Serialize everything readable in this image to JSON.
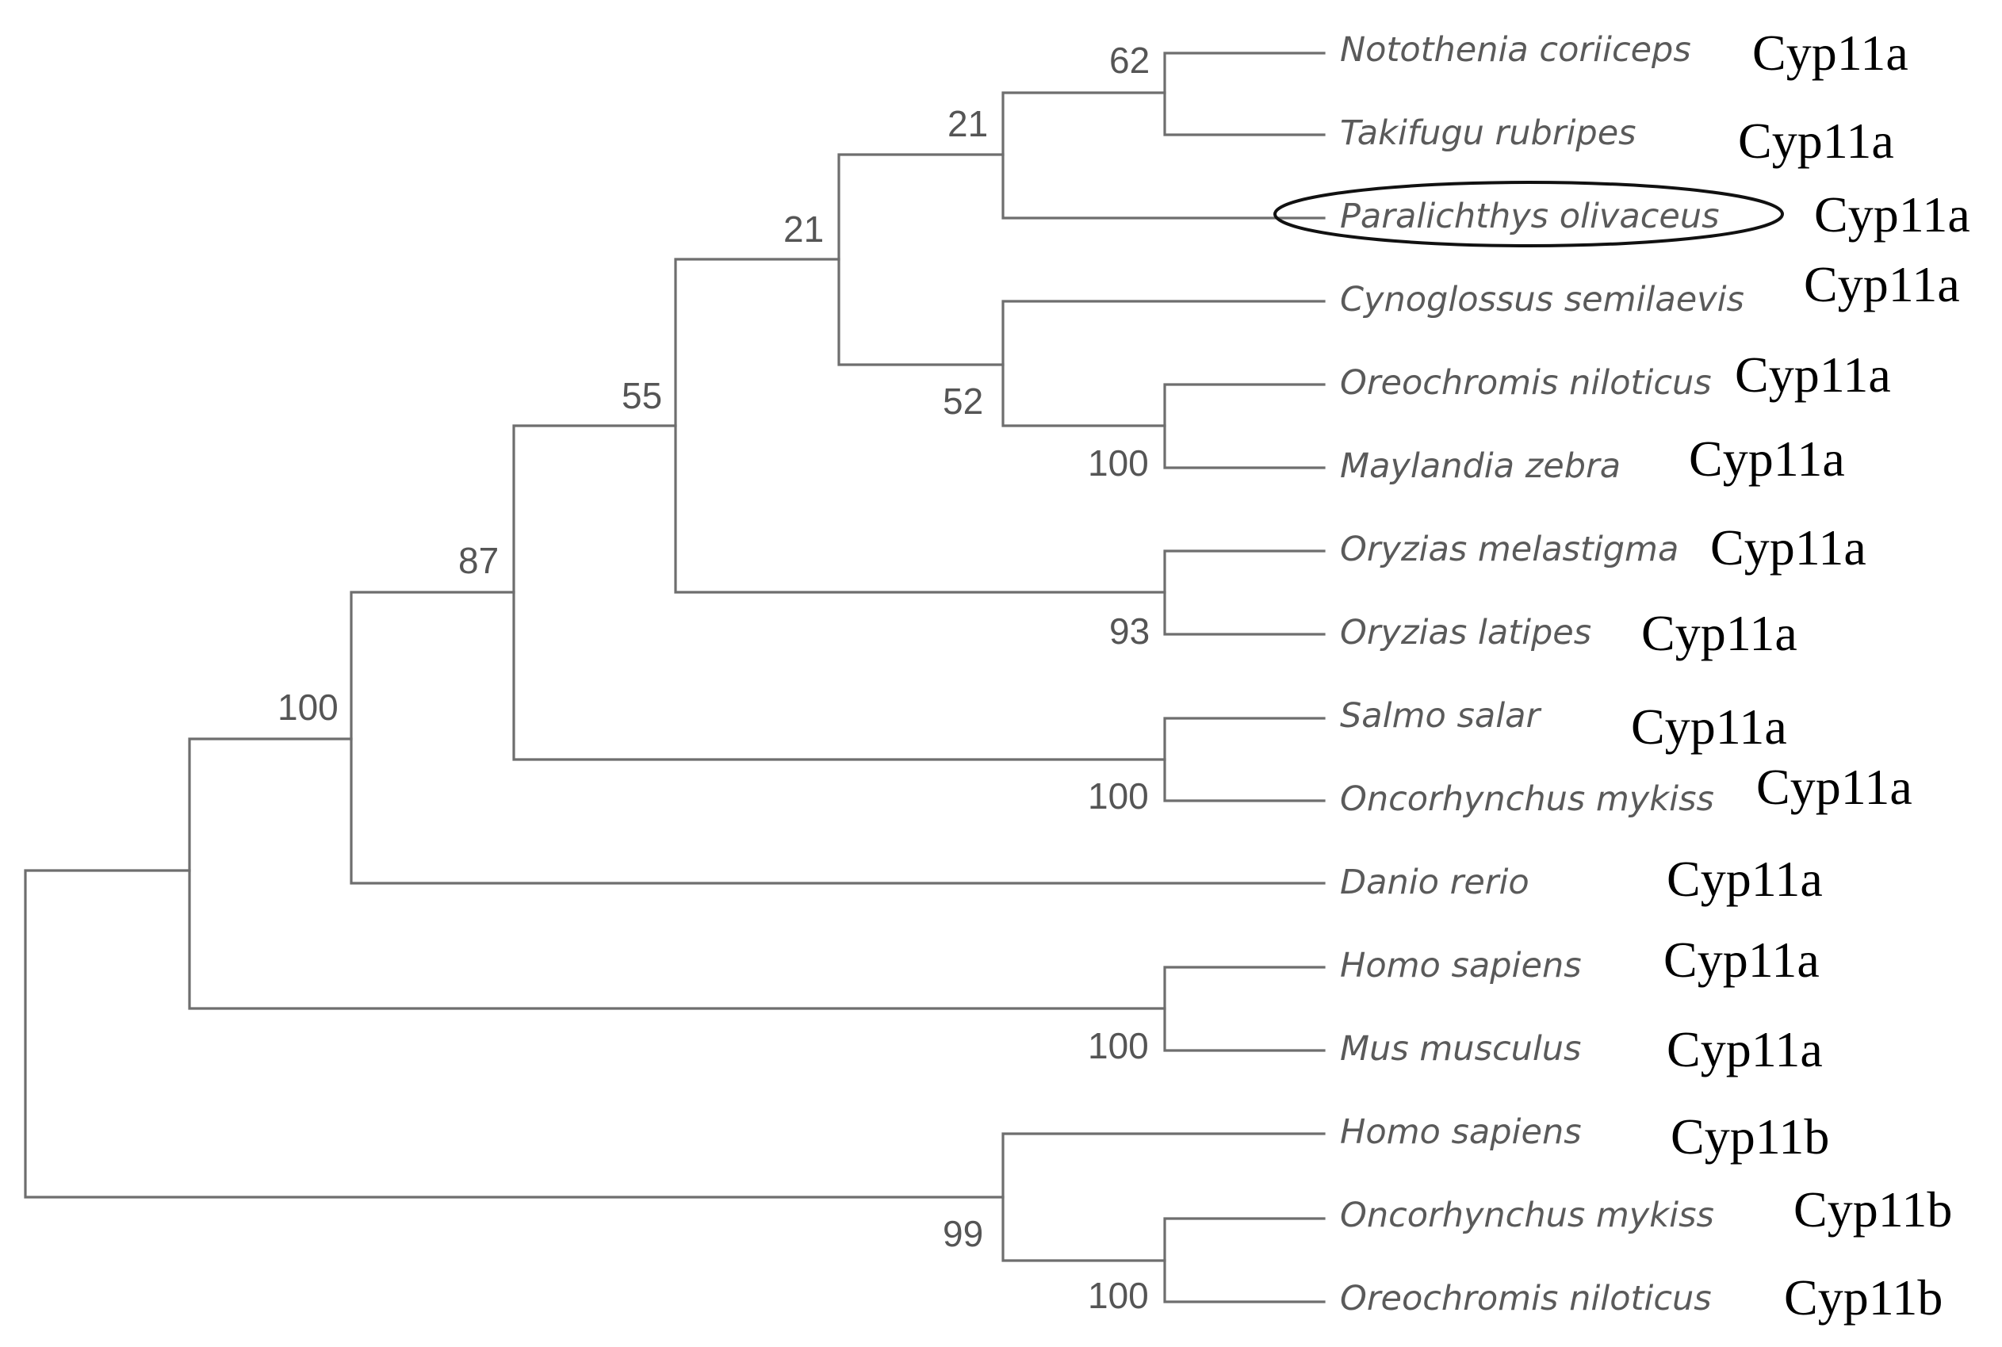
{
  "taxa": [
    {
      "species": "Notothenia coriiceps",
      "gene": "Cyp11a"
    },
    {
      "species": "Takifugu rubripes",
      "gene": "Cyp11a"
    },
    {
      "species": "Paralichthys olivaceus",
      "gene": "Cyp11a",
      "highlighted": true
    },
    {
      "species": "Cynoglossus semilaevis",
      "gene": "Cyp11a"
    },
    {
      "species": "Oreochromis niloticus",
      "gene": "Cyp11a"
    },
    {
      "species": "Maylandia zebra",
      "gene": "Cyp11a"
    },
    {
      "species": "Oryzias melastigma",
      "gene": "Cyp11a"
    },
    {
      "species": "Oryzias latipes",
      "gene": "Cyp11a"
    },
    {
      "species": "Salmo salar",
      "gene": "Cyp11a"
    },
    {
      "species": "Oncorhynchus mykiss",
      "gene": "Cyp11a"
    },
    {
      "species": "Danio rerio",
      "gene": "Cyp11a"
    },
    {
      "species": "Homo sapiens",
      "gene": "Cyp11a"
    },
    {
      "species": "Mus musculus",
      "gene": "Cyp11a"
    },
    {
      "species": "Homo sapiens",
      "gene": "Cyp11b"
    },
    {
      "species": "Oncorhynchus mykiss",
      "gene": "Cyp11b"
    },
    {
      "species": "Oreochromis niloticus",
      "gene": "Cyp11b"
    }
  ],
  "clades": [
    {
      "id": "notothenia-takifugu",
      "bootstrap": "62"
    },
    {
      "id": "notothenia-takifugu-paralichthys",
      "bootstrap": "21"
    },
    {
      "id": "cyp11a-acanthomorph-core",
      "bootstrap": "21"
    },
    {
      "id": "oreochromis-maylandia",
      "bootstrap": "100"
    },
    {
      "id": "cynoglossus-oreochromis-maylandia",
      "bootstrap": "52"
    },
    {
      "id": "oryzias",
      "bootstrap": "93"
    },
    {
      "id": "percomorph-cyp11a",
      "bootstrap": "55"
    },
    {
      "id": "salmonid-cyp11a",
      "bootstrap": "100"
    },
    {
      "id": "teleost-cyp11a-without-danio",
      "bootstrap": "87"
    },
    {
      "id": "teleost-cyp11a",
      "bootstrap": "100"
    },
    {
      "id": "mammal-cyp11a",
      "bootstrap": "100"
    },
    {
      "id": "fish-cyp11b",
      "bootstrap": "100"
    },
    {
      "id": "cyp11b",
      "bootstrap": "99"
    }
  ]
}
